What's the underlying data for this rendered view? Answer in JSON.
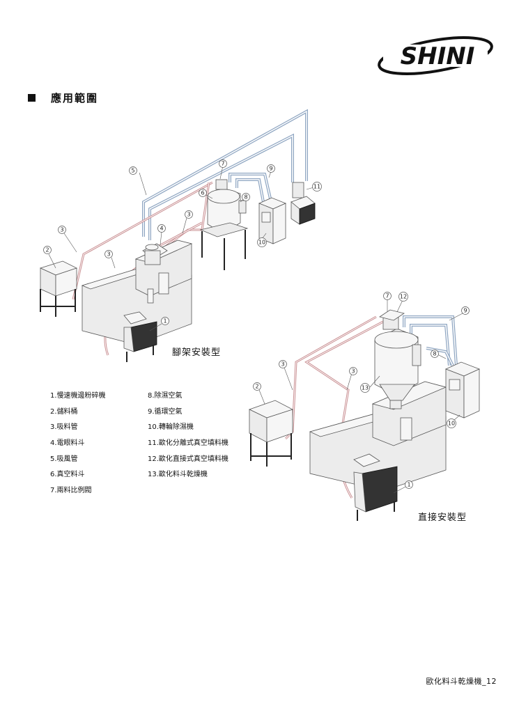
{
  "brand": {
    "logo_text": "SHINI"
  },
  "section": {
    "title": "應用範圍"
  },
  "captions": {
    "stand_type": "腳架安裝型",
    "direct_type": "直接安裝型"
  },
  "legend": {
    "left": [
      "1.慢速機邊粉碎機",
      "2.儲料桶",
      "3.吸料管",
      "4.電眼料斗",
      "5.吸風管",
      "6.真空料斗",
      "7.兩料比例閥"
    ],
    "right": [
      "8.除濕空氣",
      "9.循環空氣",
      "10.轉輪除濕機",
      "11.歐化分離式真空填料機",
      "12.歐化直接式真空填料機",
      "13.歐化料斗乾燥機"
    ]
  },
  "callouts_top": [
    "1",
    "2",
    "3",
    "3",
    "3",
    "3",
    "4",
    "5",
    "6",
    "7",
    "8",
    "9",
    "10",
    "11"
  ],
  "callouts_bottom": [
    "1",
    "2",
    "3",
    "3",
    "7",
    "8",
    "9",
    "10",
    "12",
    "13"
  ],
  "footer": {
    "page_label": "歐化料斗乾燥機_12"
  },
  "colors": {
    "material_pipe": "#c98f92",
    "air_pipe": "#8fa6c2",
    "machine_fill": "#e9e9e9",
    "dark_unit": "#333333"
  }
}
